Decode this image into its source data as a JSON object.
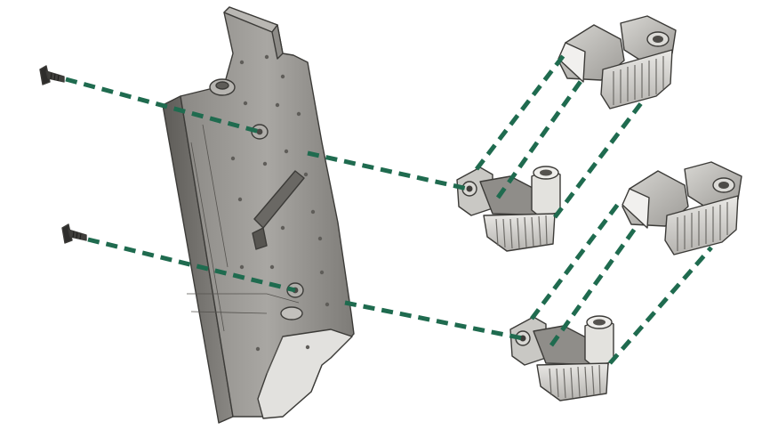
{
  "diagram": {
    "type": "exploded-assembly-illustration",
    "parts": {
      "screws": 2,
      "mounting_bracket": 1,
      "heat_sink_halves": 4
    },
    "colors": {
      "guide_line": "#1f6b4f",
      "metal_dark": "#6f6d69",
      "metal_light": "#cfcdc9",
      "background": "#ffffff"
    }
  }
}
